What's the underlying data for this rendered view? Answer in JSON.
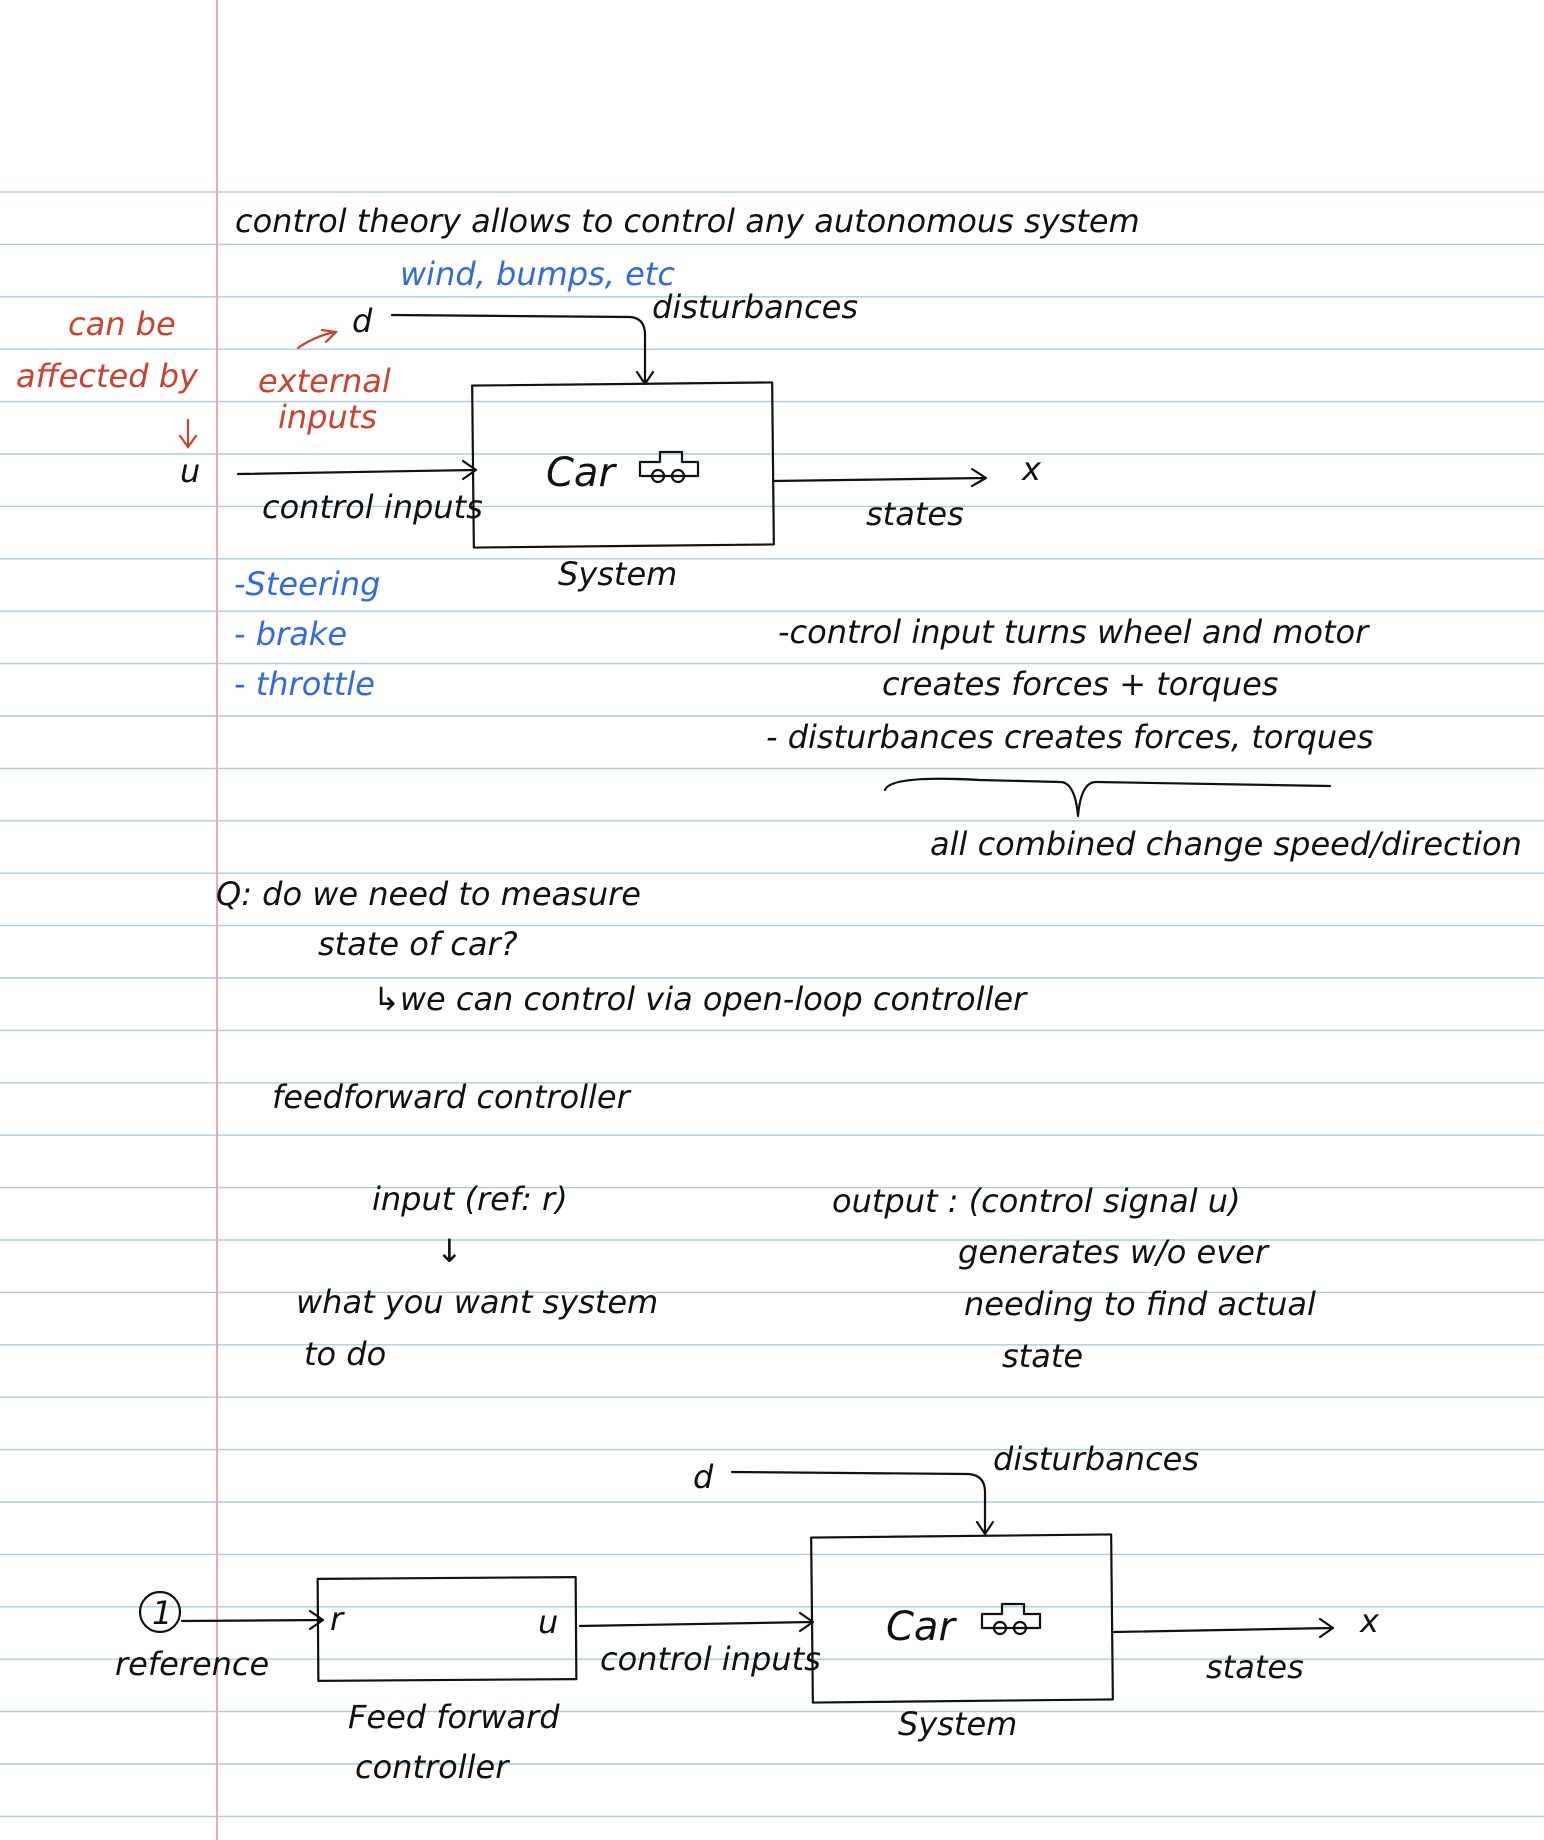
{
  "colors": {
    "ink": "#111111",
    "red_ink": "#c8432f",
    "blue_ink": "#2f6bdc",
    "rule": "#a9cbe6",
    "margin": "#f2a5b3"
  },
  "heading": "control theory allows to control any autonomous system",
  "diagram1": {
    "disturbance_examples": "wind, bumps, etc",
    "d": "d",
    "disturbances": "disturbances",
    "note_red_1": "can be",
    "note_red_2": "affected by",
    "note_red_3": "external",
    "note_red_4": "inputs",
    "u": "u",
    "control_inputs": "control inputs",
    "box_label": "Car",
    "system": "System",
    "x": "x",
    "states": "states",
    "inputs_list": [
      "-Steering",
      "- brake",
      "- throttle"
    ]
  },
  "effects": {
    "line1": "-control input turns wheel and motor",
    "line2": "creates forces + torques",
    "line3": "- disturbances creates forces, torques",
    "line4": "all combined change speed/direction"
  },
  "question": {
    "line1": "Q: do we need to measure",
    "line2": "state of car?",
    "answer": "↳we can control via open-loop controller"
  },
  "feedforward": {
    "title": "feedforward controller",
    "input": "input (ref: r)",
    "arrow": "↓",
    "input_desc_1": "what you want system",
    "input_desc_2": "to do",
    "output": "output : (control signal u)",
    "output_desc_1": "generates w/o ever",
    "output_desc_2": "needing to find actual",
    "output_desc_3": "state"
  },
  "diagram2": {
    "d": "d",
    "disturbances": "disturbances",
    "reference_marker": "1",
    "reference": "reference",
    "r": "r",
    "u": "u",
    "controller_1": "Feed forward",
    "controller_2": "controller",
    "control_inputs": "control inputs",
    "box_label": "Car",
    "system": "System",
    "x": "x",
    "states": "states"
  }
}
